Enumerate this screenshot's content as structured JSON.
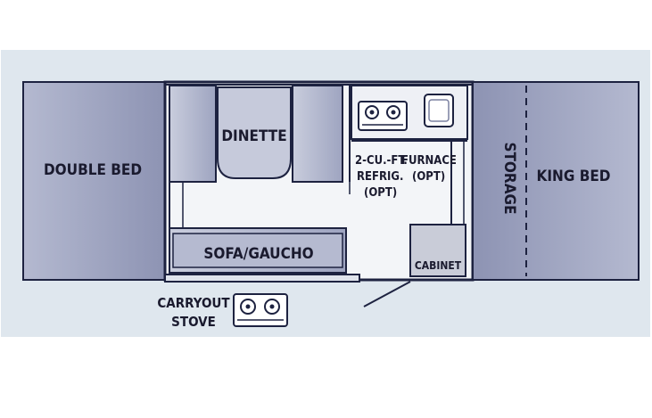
{
  "colors": {
    "background_panel": "#dfe7ee",
    "wall": "#1d2240",
    "bed_fill": "#a4aac4",
    "cushion_fill": "#b9bed3",
    "floor_fill": "#f3f5f8",
    "cabinet_fill": "#c9ccd8"
  },
  "labels": {
    "double_bed": "DOUBLE BED",
    "dinette": "DINETTE",
    "sofa": "SOFA/GAUCHO",
    "refrig_line1": "2-CU.-FT.",
    "refrig_line2": "REFRIG.",
    "refrig_line3": "(OPT)",
    "furnace_line1": "FURNACE",
    "furnace_line2": "(OPT)",
    "storage": "STORAGE",
    "king_bed": "KING BED",
    "cabinet": "CABINET",
    "carryout_line1": "CARRYOUT",
    "carryout_line2": "STOVE"
  },
  "icons": {
    "stove": "stove-icon",
    "carryout_stove": "carryout-stove-icon",
    "sink": "sink-icon"
  }
}
